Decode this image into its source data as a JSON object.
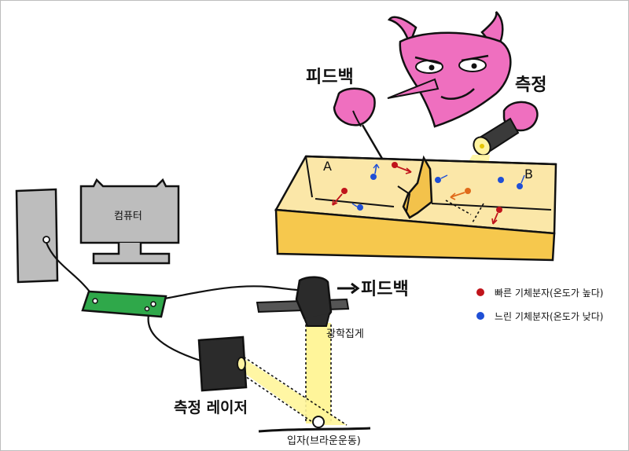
{
  "labels": {
    "feedback_top": "피드백",
    "measure_top": "측정",
    "chamber_a": "A",
    "chamber_b": "B",
    "computer_screen": "컴퓨터",
    "feedback_arrow_label": "피드백",
    "optics": "광학집게",
    "laser": "측정 레이저",
    "particle": "입자(브라운운동)"
  },
  "legend": {
    "items": [
      {
        "text": "빠른 기체분자(온도가 높다)",
        "color": "#c0141b"
      },
      {
        "text": "느린 기체분자(온도가 낮다)",
        "color": "#1f4fd6"
      }
    ]
  },
  "colors": {
    "demon": "#ef6fbf",
    "box_fill": "#fbe7a8",
    "box_side": "#f6c84d",
    "beam": "#fff6a0",
    "circuit_board": "#2fa84a",
    "computer": "#bdbdbd",
    "device": "#2b2b2b"
  }
}
